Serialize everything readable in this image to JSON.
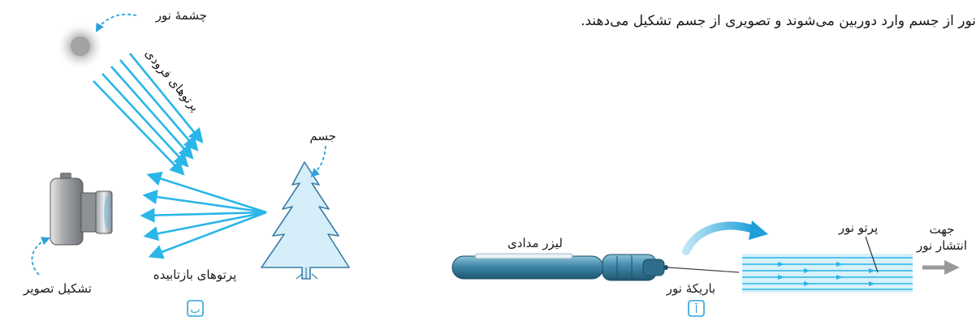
{
  "caption_text": "نور از جسم وارد دوربین می‌شوند و تصویری از جسم تشکیل می‌دهند.",
  "left_panel": {
    "light_source_label": "چشمهٔ نور",
    "incident_rays_label": "پرتوهای فرودی",
    "object_label": "جسم",
    "image_formation_label": "تشکیل تصویر",
    "reflected_rays_label": "پرتوهای بازتابیده",
    "panel_tag": "ب"
  },
  "right_panel": {
    "laser_label": "لیزر مدادی",
    "light_beam_label": "باریکهٔ نور",
    "light_ray_label": "پرتو نور",
    "direction_label_line1": "جهت",
    "direction_label_line2": "انتشار نور",
    "panel_tag": "آ"
  },
  "colors": {
    "ray": "#29b6e8",
    "beam_fill": "#d7f1fb",
    "tree_fill": "#d6eef9",
    "tree_stroke": "#3a7ca8",
    "camera_body": "#8f9296",
    "laser_body": "#3f88a8",
    "callout": "#2ba3d9",
    "arrow_gray": "#9a9a9a"
  },
  "icons": [
    "sun-icon",
    "camera-icon",
    "tree-icon",
    "laser-pointer-icon"
  ]
}
